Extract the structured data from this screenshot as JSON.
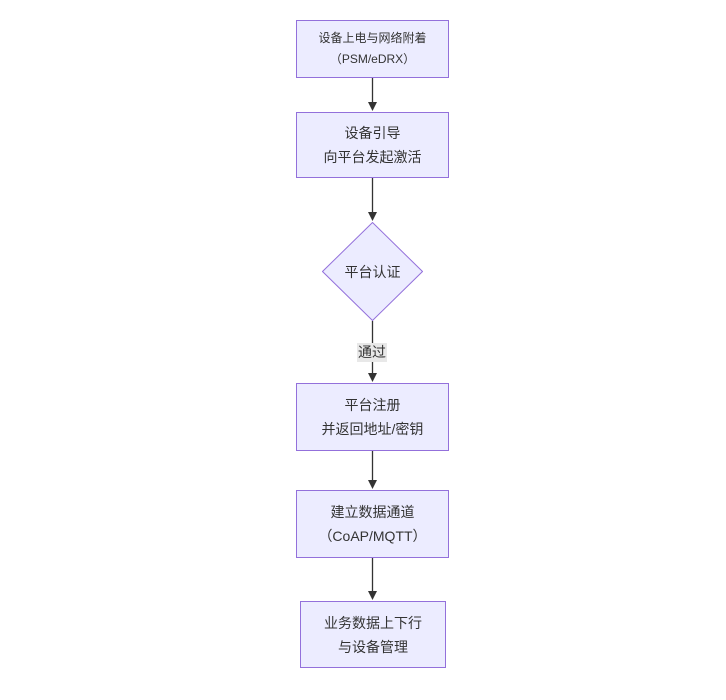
{
  "diagram": {
    "type": "flowchart",
    "direction": "top-to-bottom",
    "colors": {
      "node_fill": "#ECECFF",
      "node_border": "#9370DB",
      "arrow": "#333333",
      "edge_label_bg": "#e8e8e8",
      "text": "#333333",
      "background": "#ffffff"
    },
    "nodes": [
      {
        "shape": "rect",
        "lines": [
          "设备上电与网络附着",
          "（PSM/eDRX）"
        ]
      },
      {
        "shape": "rect",
        "lines": [
          "设备引导",
          "向平台发起激活"
        ]
      },
      {
        "shape": "diamond",
        "lines": [
          "平台认证"
        ]
      },
      {
        "shape": "rect",
        "lines": [
          "平台注册",
          "并返回地址/密钥"
        ]
      },
      {
        "shape": "rect",
        "lines": [
          "建立数据通道",
          "（CoAP/MQTT）"
        ]
      },
      {
        "shape": "rect",
        "lines": [
          "业务数据上下行",
          "与设备管理"
        ]
      }
    ],
    "edges": [
      {
        "from_index": 0,
        "to_index": 1,
        "label": ""
      },
      {
        "from_index": 1,
        "to_index": 2,
        "label": ""
      },
      {
        "from_index": 2,
        "to_index": 3,
        "label": "通过"
      },
      {
        "from_index": 3,
        "to_index": 4,
        "label": ""
      },
      {
        "from_index": 4,
        "to_index": 5,
        "label": ""
      }
    ]
  }
}
